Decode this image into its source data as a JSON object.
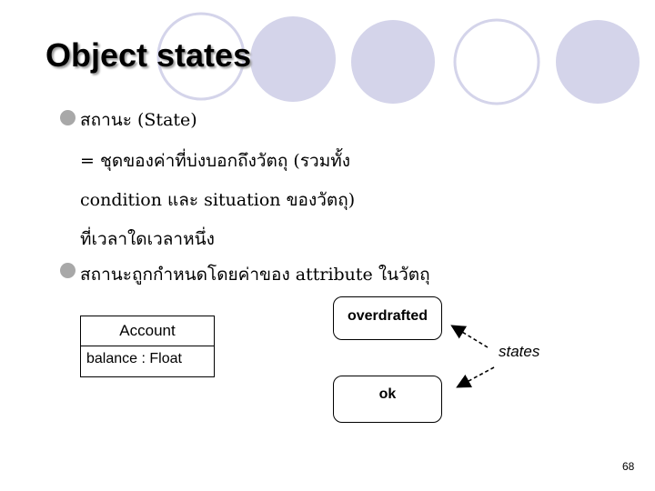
{
  "slide": {
    "title": "Object states",
    "page_number": "68"
  },
  "bullets": [
    {
      "lines": [
        "สถานะ (State)",
        "= ชุดของค่าที่บ่งบอกถึงวัตถุ (รวมทั้ง",
        "condition และ situation ของวัตถุ)",
        "ที่เวลาใดเวลาหนึ่ง"
      ]
    },
    {
      "lines": [
        "สถานะถูกกำหนดโดยค่าของ attribute ในวัตถุ"
      ]
    }
  ],
  "diagram": {
    "class_box": {
      "name": "Account",
      "attribute": "balance : Float"
    },
    "states": [
      "overdrafted",
      "ok"
    ],
    "annotation": "states"
  },
  "colors": {
    "decor_circle": "#d4d4ea",
    "bullet": "#a8a8a8",
    "title_shadow": "#9a9a9a"
  }
}
